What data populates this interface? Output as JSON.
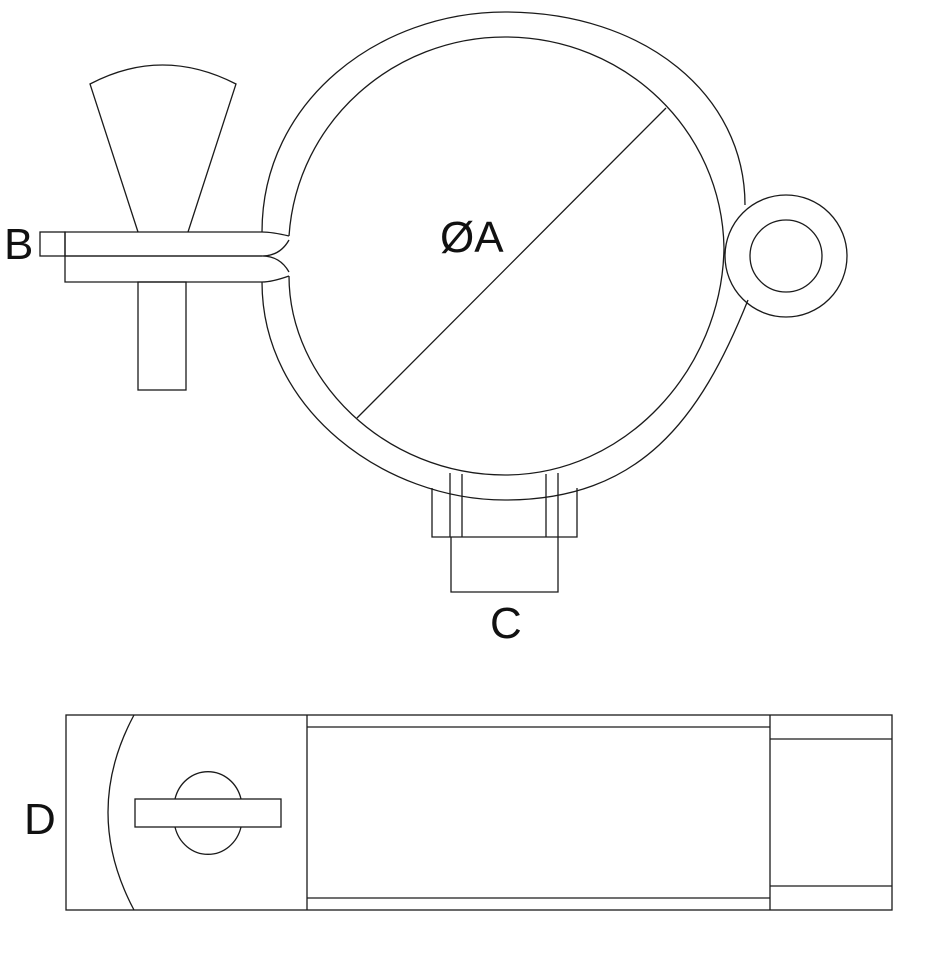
{
  "labels": {
    "diameter": "ØA",
    "bolt": "B",
    "thread": "C",
    "width": "D"
  },
  "colors": {
    "line": "#1a1a1a",
    "background": "#ffffff"
  }
}
